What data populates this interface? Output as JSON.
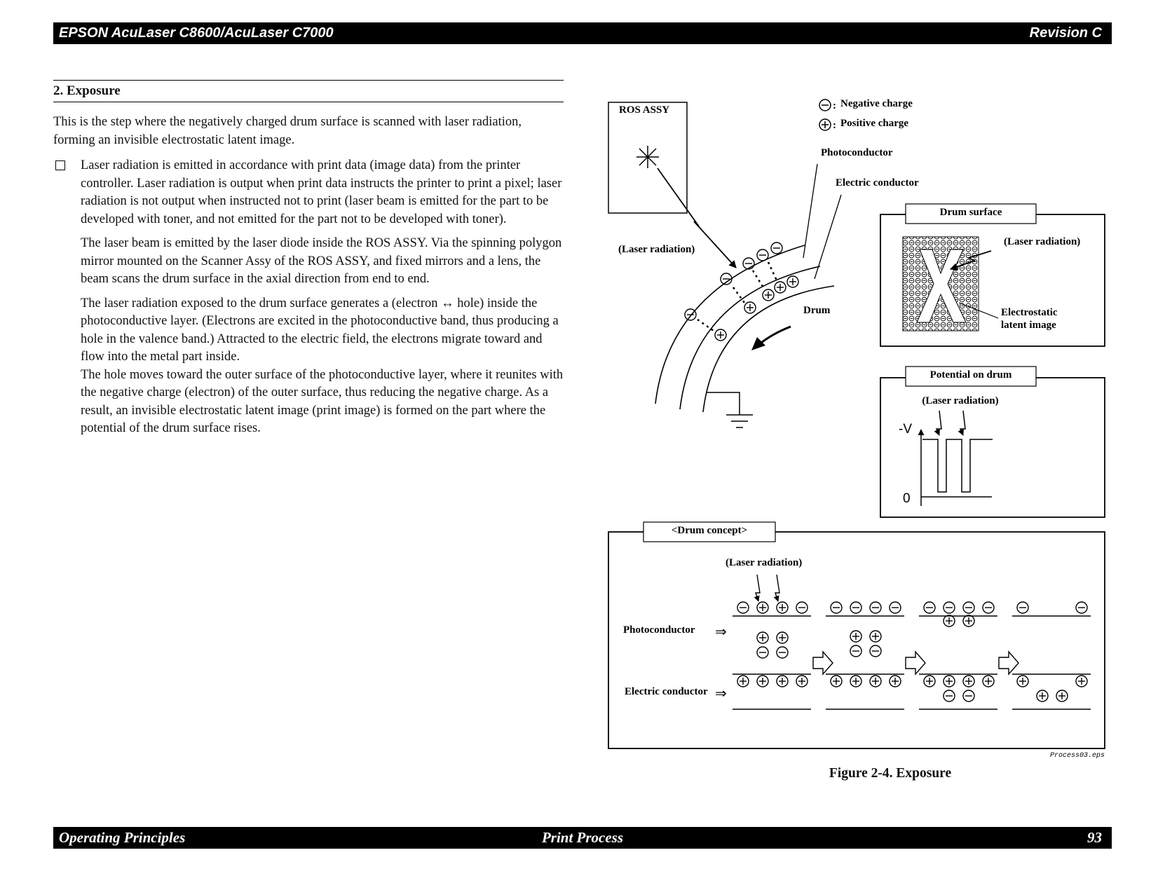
{
  "header": {
    "title": "EPSON AcuLaser C8600/AcuLaser C7000",
    "revision": "Revision C"
  },
  "section": {
    "heading": "2. Exposure",
    "intro": "This is the step where the negatively charged drum surface is scanned with laser radiation, forming an invisible electrostatic latent image.",
    "bullet": "Laser radiation is emitted in accordance with print data (image data) from the printer controller. Laser radiation is output when print data instructs the printer to print a pixel; laser radiation is not output when instructed not to print (laser beam is emitted for the part to be developed with toner, and not emitted for the part not to be developed with toner).",
    "para1": "The laser beam is emitted by the laser diode inside the ROS ASSY. Via the spinning polygon mirror mounted on the Scanner Assy of the ROS ASSY, and fixed mirrors and a lens, the beam scans the drum surface in the axial direction from end to end.",
    "para2": "The laser radiation exposed to the drum surface generates a (electron ↔ hole) inside the photoconductive layer. (Electrons are excited in the photoconductive band, thus producing a hole in the valence band.) Attracted to the electric field, the electrons migrate toward and flow into the metal part inside.",
    "para3": "The hole moves toward the outer surface of the photoconductive layer, where it reunites with the negative charge (electron) of the outer surface, thus reducing the negative charge. As a result, an invisible electrostatic latent image (print image) is formed on the part where the potential of the drum surface rises."
  },
  "figure": {
    "ros_assy": "ROS ASSY",
    "legend_negative": "Negative charge",
    "legend_positive": "Positive charge",
    "photoconductor": "Photoconductor",
    "electric_conductor": "Electric conductor",
    "laser_radiation": "(Laser radiation)",
    "drum": "Drum",
    "drum_surface_title": "Drum surface",
    "electrostatic": "Electrostatic",
    "latent_image": "latent image",
    "potential_title": "Potential on drum",
    "axis_neg_v": "-V",
    "axis_zero": "0",
    "concept_title": "<Drum concept>",
    "file_name": "Process03.eps",
    "caption": "Figure 2-4.  Exposure"
  },
  "footer": {
    "left": "Operating Principles",
    "center": "Print Process",
    "page": "93"
  }
}
